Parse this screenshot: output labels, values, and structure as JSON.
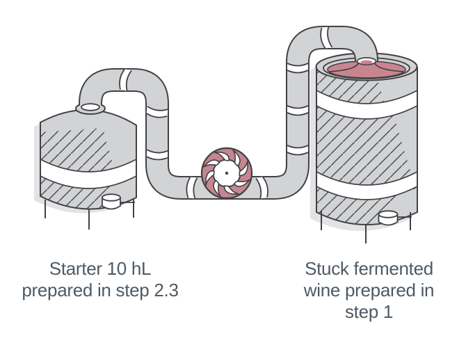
{
  "figure": {
    "type": "process-illustration",
    "labels": {
      "left_tank": "Starter 10 hL\nprepared in step 2.3",
      "right_tank": "Stuck fermented\nwine prepared in\nstep 1"
    },
    "components": [
      "starter-tank",
      "transfer-pipe",
      "pump-impeller",
      "fermentation-tank",
      "wine-pour"
    ],
    "colors": {
      "background": "#ffffff",
      "tank_fill": "#d2d3d5",
      "outline": "#404145",
      "shadow": "#e3e3e5",
      "pump_ring_pink": "#c5868f",
      "wine_pink": "#c9858f",
      "hatch_line": "#4a4d51",
      "label_text": "#4e5a64"
    }
  }
}
